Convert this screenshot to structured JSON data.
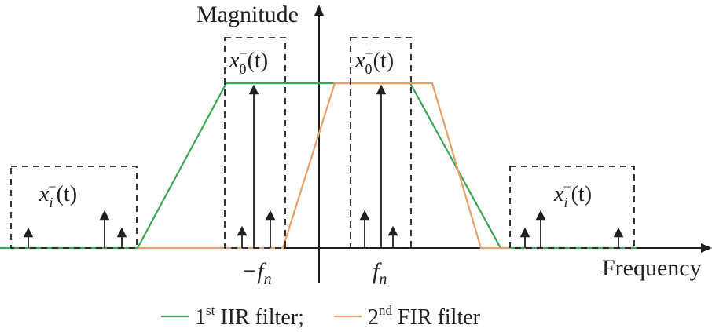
{
  "axes": {
    "y_label": "Magnitude",
    "x_label": "Frequency",
    "ticks": {
      "neg_fn": "−f",
      "pos_fn": "f",
      "sub": "n"
    }
  },
  "boxes": {
    "xi_minus": {
      "base": "x",
      "sub": "i",
      "sup": "−",
      "arg": "(t)"
    },
    "x0_minus": {
      "base": "x",
      "sub": "0",
      "sup": "−",
      "arg": "(t)"
    },
    "x0_plus": {
      "base": "x",
      "sub": "0",
      "sup": "+",
      "arg": "(t)"
    },
    "xi_plus": {
      "base": "x",
      "sub": "i",
      "sup": "+",
      "arg": "(t)"
    }
  },
  "legend": {
    "iir_num": "1",
    "iir_sup": "st",
    "iir_text": " IIR filter;",
    "fir_num": "2",
    "fir_sup": "nd",
    "fir_text": " FIR filter"
  },
  "colors": {
    "iir": "#3aa655",
    "fir": "#e8a06a",
    "ink": "#231f20"
  }
}
